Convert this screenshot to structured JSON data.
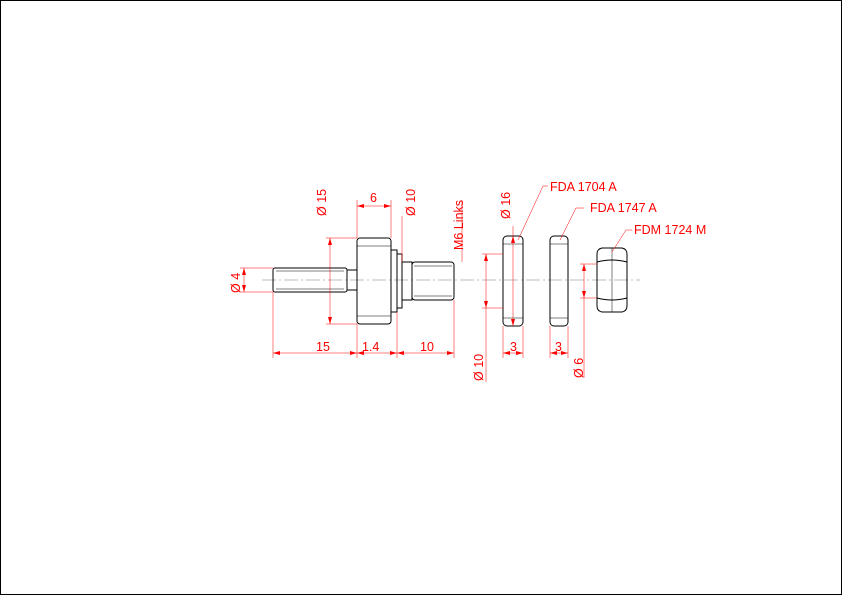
{
  "colors": {
    "outline": "#000000",
    "dimension": "#ff0000",
    "centerline": "#7a7a7a",
    "background": "#ffffff"
  },
  "drawing": {
    "part_labels": {
      "washer_1": "FDA 1704 A",
      "washer_2": "FDA 1747 A",
      "nut": "FDM 1724 M"
    },
    "dimensions": {
      "dia_shaft": "Ø 4",
      "dia_roller": "Ø 15",
      "dia_thread": "Ø 10",
      "dia_washer": "Ø 16",
      "dia_washer_bore": "Ø 10",
      "dia_nut": "Ø 6",
      "len_shaft": "15",
      "len_gap": "1.4",
      "len_thread": "10",
      "roller_width": "6",
      "washer_1_thickness": "3",
      "washer_2_thickness": "3",
      "thread_spec": "M6 Links"
    }
  }
}
